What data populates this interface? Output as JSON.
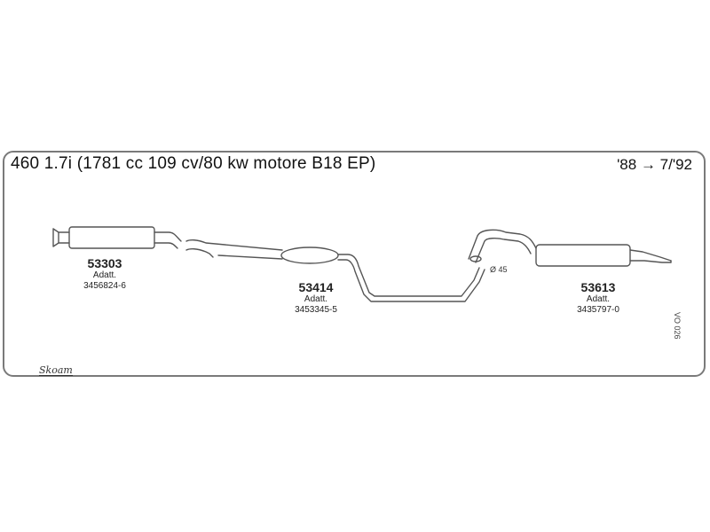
{
  "title": "460 1.7i (1781 cc 109 cv/80 kw motore B18 EP)",
  "years": "'88 → 7/'92",
  "parts": [
    {
      "number": "53303",
      "label": "Adatt.",
      "ref": "3456824-6"
    },
    {
      "number": "53414",
      "label": "Adatt.",
      "ref": "3453345-5"
    },
    {
      "number": "53613",
      "label": "Adatt.",
      "ref": "3435797-0"
    }
  ],
  "diameter_label": "Ø 45",
  "diagram_code": "VO 026",
  "brand_logo": "Skoam",
  "colors": {
    "line": "#555555",
    "frame": "#7a7a7a"
  }
}
